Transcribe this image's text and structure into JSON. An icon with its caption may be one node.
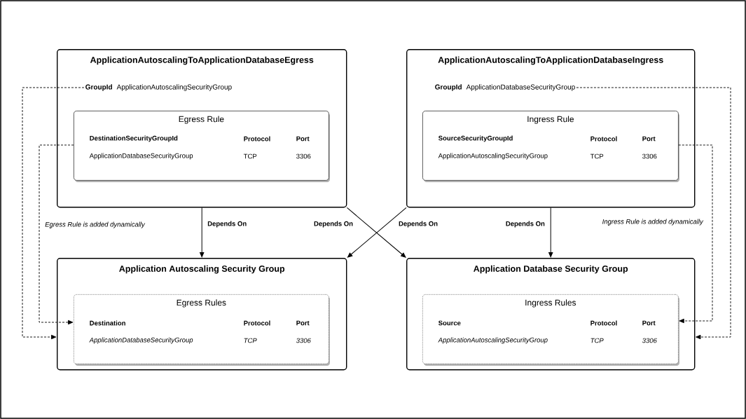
{
  "diagram": {
    "nodes": [
      {
        "text": [
          "ApplicationAutoscalingToApplicationDatabaseEgress"
        ]
      },
      {
        "text": [
          "GroupId",
          "ApplicationAutoscalingSecurityGroup"
        ],
        "in": 0
      },
      {
        "text": [
          "Egress Rule",
          "DestinationSecurityGroupId",
          "Protocol",
          "Port",
          "ApplicationDatabaseSecurityGroup",
          "TCP",
          "3306"
        ],
        "in": 0
      },
      {
        "text": [
          "ApplicationAutoscalingToApplicationDatabaseIngress"
        ]
      },
      {
        "text": [
          "GroupId",
          "ApplicationDatabaseSecurityGroup"
        ],
        "in": 3
      },
      {
        "text": [
          "Ingress Rule",
          "SourceSecurityGroupId",
          "Protocol",
          "Port",
          "ApplicationAutoscalingSecurityGroup",
          "TCP",
          "3306"
        ],
        "in": 3
      },
      {
        "text": [
          "Application Autoscaling Security Group"
        ]
      },
      {
        "text": [
          "Egress Rules",
          "Destination",
          "Protocol",
          "Port",
          "ApplicationDatabaseSecurityGroup",
          "TCP",
          "3306"
        ],
        "in": 6
      },
      {
        "text": [
          "Application Database Security Group"
        ]
      },
      {
        "text": [
          "Ingress Rules",
          "Source",
          "Protocol",
          "Port",
          "ApplicationAutoscalingSecurityGroup",
          "TCP",
          "3306"
        ],
        "in": 8
      }
    ],
    "edges": [
      {
        "from": 0,
        "to": 6,
        "arrow": "to",
        "label": "Depends On"
      },
      {
        "from": 0,
        "to": 8,
        "arrow": "to",
        "label": "Depends On"
      },
      {
        "from": 3,
        "to": 6,
        "arrow": "to",
        "label": "Depends On"
      },
      {
        "from": 3,
        "to": 8,
        "arrow": "to",
        "label": "Depends On"
      },
      {
        "from": 1,
        "to": 6,
        "arrow": "to",
        "style": "dashed"
      },
      {
        "from": 2,
        "to": 7,
        "arrow": "to",
        "style": "dashed",
        "label": "Egress Rule is added dynamically"
      },
      {
        "from": 4,
        "to": 8,
        "arrow": "to",
        "style": "dashed"
      },
      {
        "from": 5,
        "to": 9,
        "arrow": "to",
        "style": "dashed",
        "label": "Ingress Rule is added dynamically"
      }
    ]
  }
}
